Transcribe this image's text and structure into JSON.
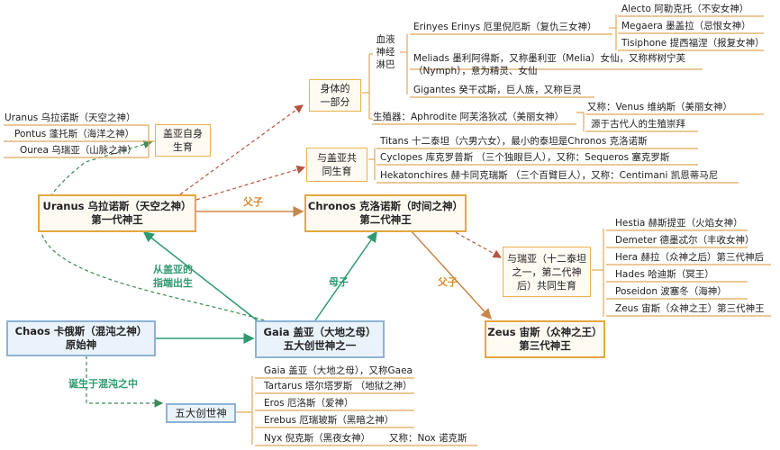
{
  "nodes": {
    "uranus": {
      "line1": "Uranus 乌拉诺斯（天空之神）",
      "line2": "第一代神王"
    },
    "chronos": {
      "line1": "Chronos 克洛诺斯（时间之神）",
      "line2": "第二代神王"
    },
    "zeus": {
      "line1": "Zeus 宙斯（众神之王）",
      "line2": "第三代神王"
    },
    "chaos": {
      "line1": "Chaos 卡俄斯（混沌之神）",
      "line2": "原始神"
    },
    "gaia": {
      "line1": "Gaia 盖亚（大地之母）",
      "line2": "五大创世神之一"
    },
    "five_creators": "五大创世神",
    "gaia_self_birth": {
      "line1": "盖亚自身",
      "line2": "生育"
    },
    "body_part": {
      "line1": "身体的",
      "line2": "一部分"
    },
    "with_gaia": {
      "line1": "与盖亚共",
      "line2": "同生育"
    },
    "with_rhea": {
      "line1": "与瑞亚（十二泰坦",
      "line2": "之一，第二代神",
      "line3": "后）共同生育"
    },
    "blood": {
      "line1": "血液",
      "line2": "神经",
      "line3": "淋巴"
    }
  },
  "edge_labels": {
    "uranus_chronos": "父子",
    "chronos_zeus": "父子",
    "gaia_chronos": "母子",
    "gaia_uranus": {
      "line1": "从盖亚的",
      "line2": "指端出生"
    },
    "chaos_creators": "诞生于混沌之中"
  },
  "lists": {
    "gaia_children": [
      "Uranus 乌拉诺斯（天空之神）",
      "Pontus 蓬托斯（海洋之神）",
      "Ourea 乌瑞亚（山脉之神）"
    ],
    "blood_children": [
      "Erinyes Erinys 厄里倪厄斯（复仇三女神）",
      "Meliads 墨利阿得斯，又称墨利亚（Melia）女仙，又称梣树宁芙（Nymph），意为精灵、女仙",
      "Gigantes 癸干忒斯，巨人族，又称巨灵"
    ],
    "erinyes": [
      "Alecto 阿勒克托（不安女神）",
      "Megaera 墨盖拉（忌恨女神）",
      "Tisiphone 提西福涅（报复女神）"
    ],
    "reproductive": "生殖器：Aphrodite 阿芙洛狄忒（美丽女神）",
    "aphrodite_notes": [
      "又称：Venus 维纳斯（美丽女神）",
      "源于古代人的生殖崇拜"
    ],
    "titans": [
      "Titans 十二泰坦（六男六女），最小的泰坦是Chronos 克洛诺斯",
      "Cyclopes 库克罗普斯 （三个独眼巨人），又称：Sequeros 塞克罗斯",
      "Hekatonchires 赫卡同克瑞斯 （三个百臂巨人），又称：Centimani 凯恩蒂马尼"
    ],
    "olympians": [
      "Hestia 赫斯提亚（火焰女神）",
      "Demeter 德墨忒尔（丰收女神）",
      "Hera 赫拉（众神之后）第三代神后",
      "Hades 哈迪斯（冥王）",
      "Poseidon 波塞冬（海神）",
      "Zeus 宙斯（众神之王）第三代神王"
    ],
    "creators": [
      "Gaia 盖亚（大地之母），又称Gaea",
      "Tartarus 塔尔塔罗斯 （地狱之神）",
      "Eros 厄洛斯（爱神）",
      "Erebus 厄瑞玻斯（黑暗之神）",
      "Nyx 倪克斯（黑夜女神）"
    ],
    "nyx_alias": "又称：Nox 诺克斯"
  },
  "colors": {
    "gold": "#e5a73e",
    "blue_border": "#8db3d6",
    "green_arrow": "#2e9a6f",
    "orange_arrow": "#c8874a",
    "bracket": "#e0a85a",
    "dashed_red": "#c05a4a",
    "dashed_green": "#3e8a5a"
  }
}
